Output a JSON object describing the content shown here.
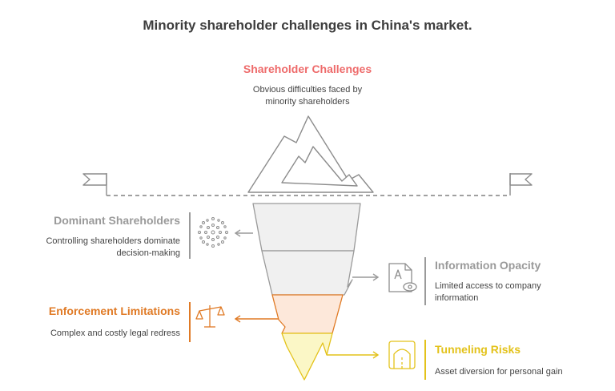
{
  "title": "Minority shareholder challenges in China's market.",
  "top": {
    "heading": "Shareholder Challenges",
    "desc_line1": "Obvious difficulties faced by",
    "desc_line2": "minority shareholders"
  },
  "dominant": {
    "heading": "Dominant Shareholders",
    "desc_line1": "Controlling shareholders dominate",
    "desc_line2": "decision-making"
  },
  "opacity": {
    "heading": "Information Opacity",
    "desc_line1": "Limited access to company",
    "desc_line2": "information"
  },
  "enforcement": {
    "heading": "Enforcement Limitations",
    "desc_line1": "Complex and costly legal redress"
  },
  "tunneling": {
    "heading": "Tunneling Risks",
    "desc_line1": "Asset diversion for personal gain"
  },
  "icons": {
    "dominant": "dots-cluster-icon",
    "opacity": "document-eye-icon",
    "enforcement": "scales-icon",
    "tunneling": "tunnel-icon",
    "flags": "flag-icon",
    "iceberg": "iceberg-peak-icon"
  },
  "colors": {
    "top": "#ee6b6b",
    "grey": "#9a9a9a",
    "orange": "#e07a25",
    "yellow": "#e3c21a",
    "grey_fill": "#f0f0f0",
    "orange_fill": "#fde8da",
    "yellow_fill": "#fbf7c6"
  }
}
